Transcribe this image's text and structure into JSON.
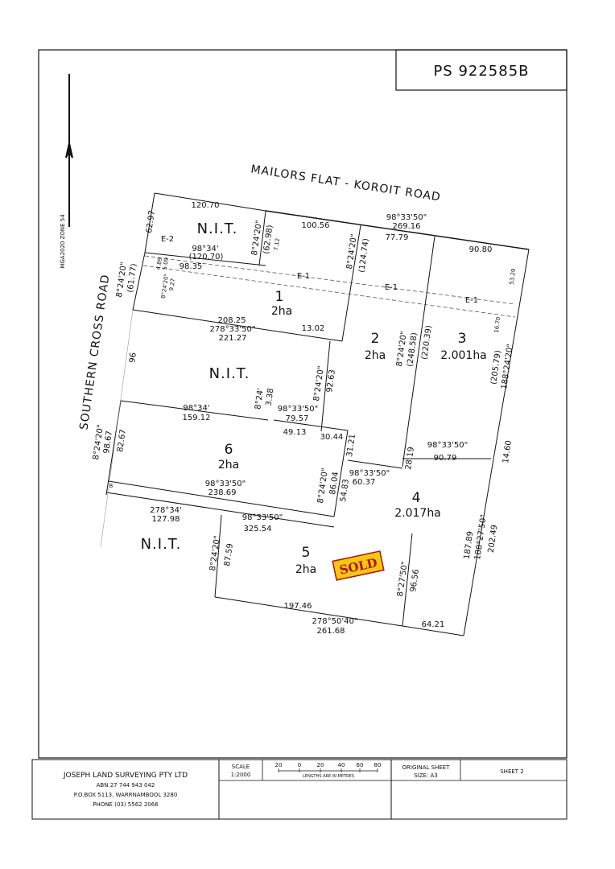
{
  "plan_number": "PS 922585B",
  "zone_label": "MGA2020 ZONE 54",
  "roads": {
    "top": "MAILORS FLAT - KOROIT ROAD",
    "left": "SOUTHERN CROSS ROAD"
  },
  "nit_label": "N.I.T.",
  "easements": {
    "e1": "E-1",
    "e2": "E-2"
  },
  "sold_label": "SOLD",
  "lots": [
    {
      "number": "1",
      "area": "2ha"
    },
    {
      "number": "2",
      "area": "2ha"
    },
    {
      "number": "3",
      "area": "2.001ha"
    },
    {
      "number": "4",
      "area": "2.017ha"
    },
    {
      "number": "5",
      "area": "2ha"
    },
    {
      "number": "6",
      "area": "2ha"
    }
  ],
  "dimensions": {
    "d120_70": "120.70",
    "d62_97": "62.97",
    "d98_34_top": "98°34'",
    "d120_70b": "(120.70)",
    "d8_24_20_a": "8°24'20\"",
    "d62_98": "(62.98)",
    "d7_12": "7.12",
    "d100_56": "100.56",
    "d98_33_50_top": "98°33'50\"",
    "d269_16": "269.16",
    "d77_79": "77.79",
    "d8_24_20_b": "8°24'20\"",
    "d124_74": "(124.74)",
    "d90_80": "90.80",
    "d53_29": "53.29",
    "d8_24_20_left": "8°24'20\"",
    "d61_77": "(61.77)",
    "d4_89": "4.89",
    "d5_09": "5.09",
    "d8_24_20_small": "8°24'20\"",
    "d9_27": "9.27",
    "d98_35": "98.35",
    "d208_25": "208.25",
    "d278_33_50": "278°33'50\"",
    "d221_27": "221.27",
    "d13_02": "13.02",
    "d8_24_20_c": "8°24'20\"",
    "d248_58": "(248.58)",
    "d220_39": "(220.39)",
    "d16_70": "16.70",
    "d188_24_20": "188°24'20\"",
    "d205_79": "(205.79)",
    "d96": "96",
    "d8_24_20_d": "8°24'20\"",
    "d92_63": "92.63",
    "d8_24": "8°24'",
    "d3_38": "3.38",
    "d98_34_mid": "98°34'",
    "d159_12": "159.12",
    "d98_33_50_mid": "98°33'50\"",
    "d79_57": "79.57",
    "d49_13": "49.13",
    "d30_44": "30.44",
    "d31_21": "31.21",
    "d28_19": "28.19",
    "d98_33_50_r": "98°33'50\"",
    "d90_79": "90.79",
    "d14_60": "14.60",
    "d98_33_50_s": "98°33'50\"",
    "d60_37": "60.37",
    "d8_24_20_e": "8°24'20\"",
    "d98_67": "98.67",
    "d82_67": "82.67",
    "d98_33_50_6": "98°33'50\"",
    "d238_69": "238.69",
    "d8_24_20_f": "8°24'20\"",
    "d86_04": "86.04",
    "d54_83": "54.83",
    "d8_left": "8",
    "d278_34": "278°34'",
    "d127_98": "127.98",
    "d98_33_50_5": "98°33'50\"",
    "d325_54": "325.54",
    "d8_24_20_g": "8°24'20\"",
    "d87_59": "87.59",
    "d8_27_50": "8°27'50\"",
    "d96_56": "96.56",
    "d187_89": "187.89",
    "d188_27_50": "188°27'50\"",
    "d202_49": "202.49",
    "d197_46": "197.46",
    "d278_50_40": "278°50'40\"",
    "d261_68": "261.68",
    "d64_21": "64.21"
  },
  "title_block": {
    "company": "JOSEPH LAND SURVEYING PTY LTD",
    "abn": "ABN 27 744 943 042",
    "address": "P.O.BOX 5113, WARRNAMBOOL 3280",
    "phone": "PHONE (03) 5562 2066",
    "scale_label": "SCALE",
    "scale_value": "1:2000",
    "scale_ticks": [
      "20",
      "0",
      "20",
      "40",
      "60",
      "80"
    ],
    "scale_caption": "LENGTHS ARE IN METRES",
    "original_sheet": "ORIGINAL SHEET",
    "sheet_size": "SIZE: A3",
    "sheet": "SHEET 2"
  },
  "colors": {
    "sold_fill": "#f2c811",
    "sold_text": "#b31212",
    "ink": "#111111"
  }
}
